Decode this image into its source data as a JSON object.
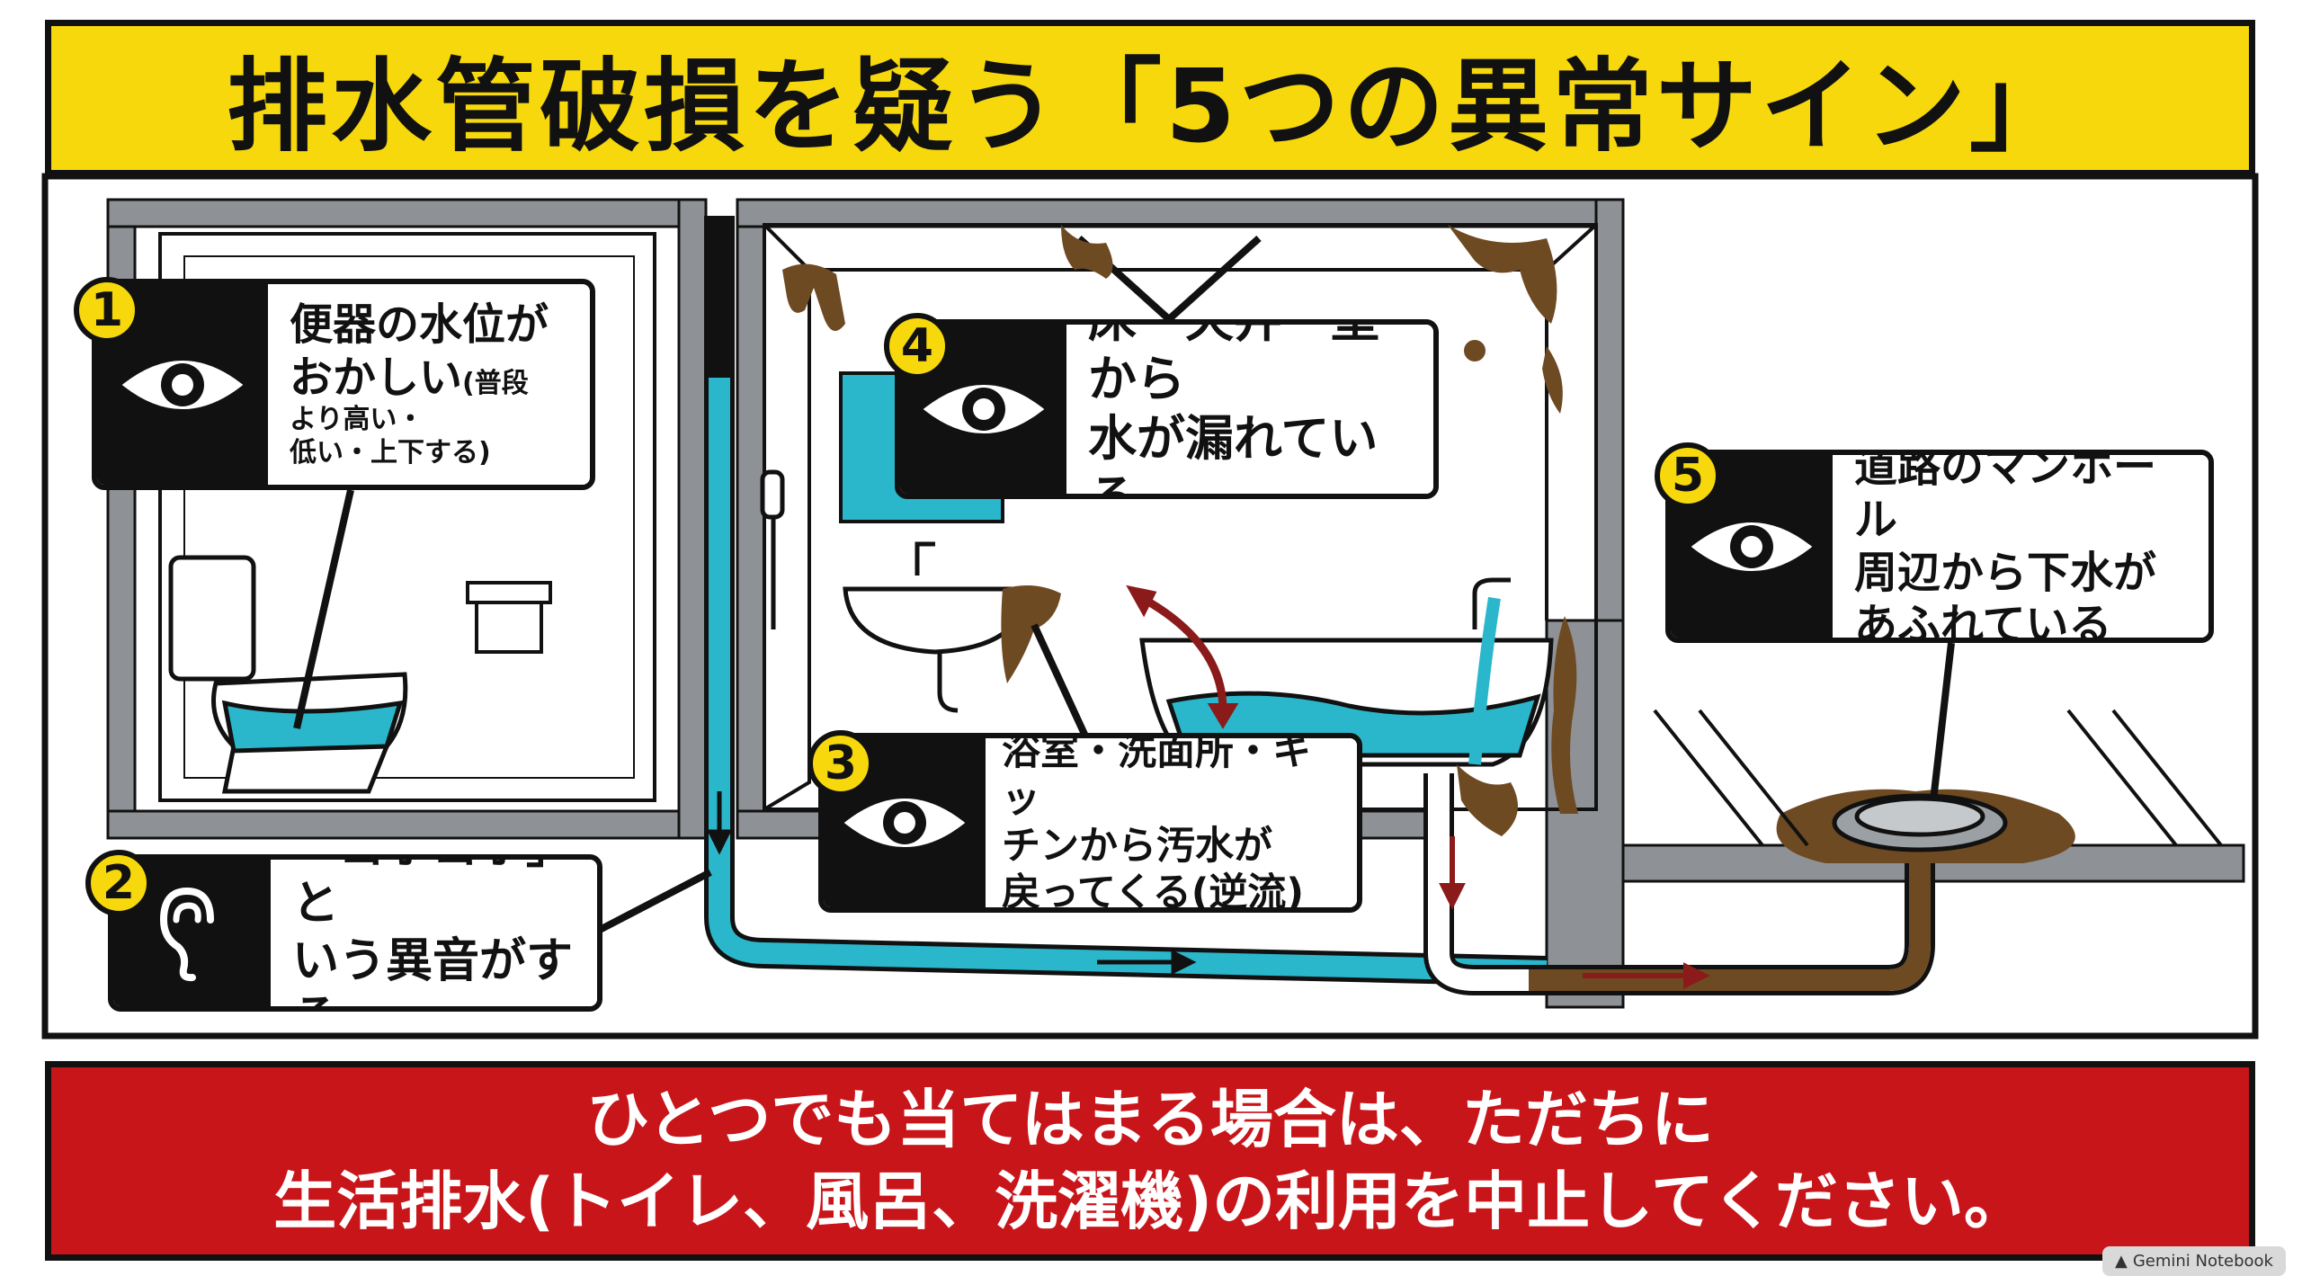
{
  "title": "排水管破損を疑う「5つの異常サイン」",
  "signs": [
    {
      "number": "1",
      "icon": "eye-icon",
      "line1": "便器の水位が",
      "line2": "おかしい",
      "note_a": "(普段",
      "note_b": "より高い・",
      "note_c": "低い・上下する)"
    },
    {
      "number": "2",
      "icon": "ear-icon",
      "line1": "「ゴボゴボ」と",
      "line2": "いう異音がする"
    },
    {
      "number": "3",
      "icon": "eye-icon",
      "line1": "浴室・洗面所・キッ",
      "line2": "チンから汚水が",
      "line3": "戻ってくる(逆流)"
    },
    {
      "number": "4",
      "icon": "eye-icon",
      "line1": "床・天井・壁から",
      "line2": "水が漏れている"
    },
    {
      "number": "5",
      "icon": "eye-icon",
      "line1": "道路のマンホール",
      "line2": "周辺から下水が",
      "line3": "あふれている"
    }
  ],
  "warning": {
    "line1": "ひとつでも当てはまる場合は、ただちに",
    "line2": "生活排水(トイレ、風呂、洗濯機)の利用を中止してください。"
  },
  "watermark": "Gemini Notebook",
  "colors": {
    "accent_yellow": "#f6d80c",
    "warning_red": "#c8151a",
    "water": "#2ab7cc",
    "sewage": "#6e4a22",
    "arrow_red": "#8b1a1a"
  }
}
